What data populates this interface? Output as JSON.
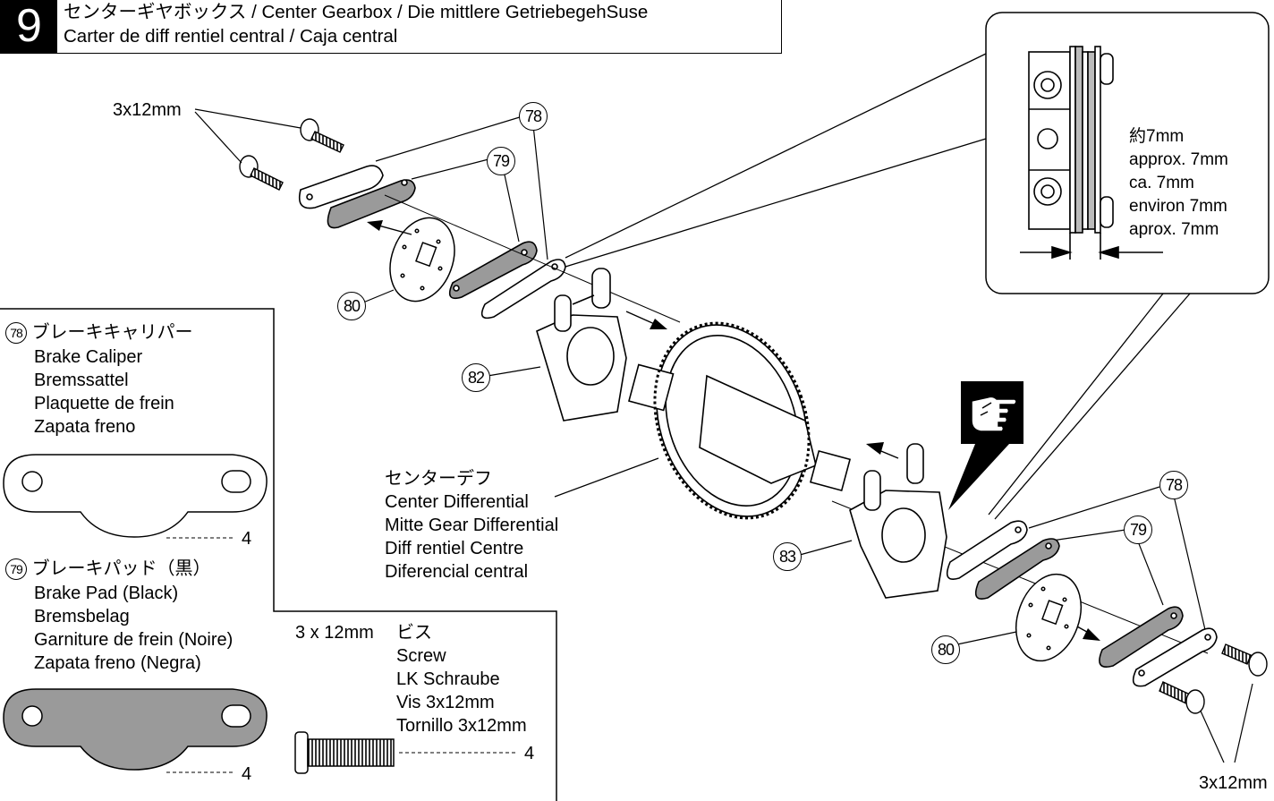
{
  "step": {
    "number": "9",
    "title_line1": "センターギヤボックス / Center Gearbox / Die mittlere GetriebegehSuse",
    "title_line2": "Carter de diff rentiel central / Caja central"
  },
  "callouts": {
    "screw_top": "3x12mm",
    "screw_bottom": "3x12mm",
    "part_78": "78",
    "part_79": "79",
    "part_80": "80",
    "part_82": "82",
    "part_83": "83"
  },
  "detail": {
    "lines": [
      "約7mm",
      "approx. 7mm",
      "ca. 7mm",
      "environ 7mm",
      "aprox. 7mm"
    ]
  },
  "center_diff": {
    "lines": [
      "センターデフ",
      "Center Differential",
      "Mitte Gear Differential",
      "Diff rentiel Centre",
      "Diferencial central"
    ]
  },
  "legend_caliper": {
    "number": "78",
    "lines": [
      "ブレーキキャリパー",
      "Brake Caliper",
      "Bremssattel",
      "Plaquette de frein",
      "Zapata freno"
    ],
    "qty": "4"
  },
  "legend_pad": {
    "number": "79",
    "lines": [
      "ブレーキパッド（黒）",
      "Brake Pad (Black)",
      "Bremsbelag",
      "Garniture de frein (Noire)",
      "Zapata freno (Negra)"
    ],
    "qty": "4"
  },
  "legend_screw": {
    "size": "3 x 12mm",
    "lines": [
      "ビス",
      "Screw",
      "LK Schraube",
      "Vis 3x12mm",
      "Tornillo 3x12mm"
    ],
    "qty": "4"
  },
  "colors": {
    "ink": "#000000",
    "pad_gray": "#9a9a9a",
    "paper": "#ffffff"
  },
  "icons": [
    "pointing-hand-icon"
  ]
}
